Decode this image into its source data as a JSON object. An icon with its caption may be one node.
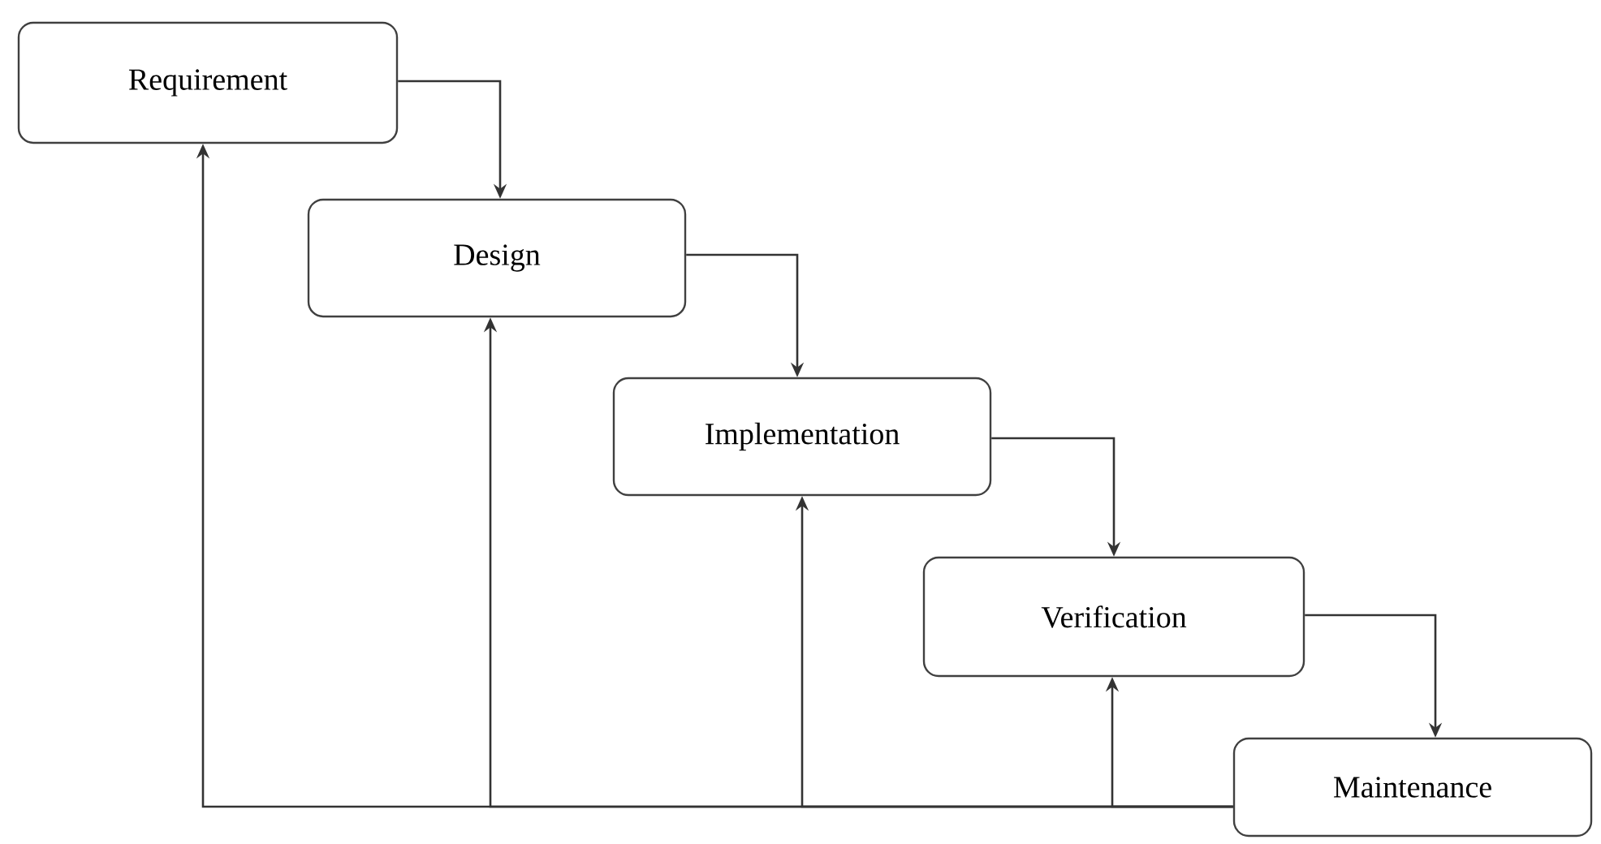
{
  "diagram": {
    "nodes": [
      {
        "text": [
          "Requirement"
        ]
      },
      {
        "text": [
          "Design"
        ]
      },
      {
        "text": [
          "Implementation"
        ]
      },
      {
        "text": [
          "Verification"
        ]
      },
      {
        "text": [
          "Maintenance"
        ]
      }
    ],
    "edges": [
      {
        "from": 0,
        "to": 1,
        "arrow": "to"
      },
      {
        "from": 1,
        "to": 2,
        "arrow": "to"
      },
      {
        "from": 2,
        "to": 3,
        "arrow": "to"
      },
      {
        "from": 3,
        "to": 4,
        "arrow": "to"
      },
      {
        "from": 4,
        "to": 3,
        "arrow": "to"
      },
      {
        "from": 4,
        "to": 2,
        "arrow": "to"
      },
      {
        "from": 4,
        "to": 1,
        "arrow": "to"
      },
      {
        "from": 4,
        "to": 0,
        "arrow": "to"
      }
    ]
  }
}
